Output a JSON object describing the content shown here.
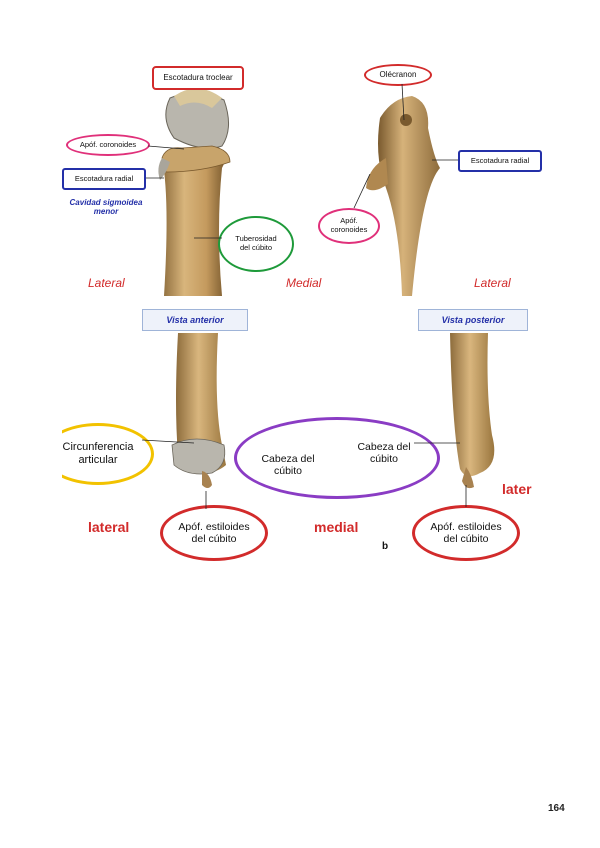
{
  "top": {
    "labels": {
      "escotadura_troclear": "Escotadura troclear",
      "apof_coronoides": "Apóf. coronoides",
      "escotadura_radial_left": "Escotadura radial",
      "cavidad": "Cavidad sigmoidea menor",
      "tuberosidad": "Tuberosidad del cúbito",
      "olecranon": "Olécranon",
      "escotadura_radial_right": "Escotadura radial",
      "apof_coronoides_right": "Apóf. coronoides"
    },
    "directions": {
      "left": "Lateral",
      "middle": "Medial",
      "right": "Lateral"
    }
  },
  "bottom": {
    "labels": {
      "vista_anterior": "Vista anterior",
      "vista_posterior": "Vista posterior",
      "circunferencia": "Circunferencia articular",
      "cabeza_left": "Cabeza del cúbito",
      "cabeza_right": "Cabeza del cúbito",
      "apof_estiloides_left": "Apóf. estiloides del cúbito",
      "apof_estiloides_right": "Apóf. estiloides del cúbito",
      "b": "b"
    },
    "directions": {
      "lateral": "lateral",
      "medial": "medial",
      "later": "later"
    }
  },
  "page_number": "164",
  "colors": {
    "red": "#d22b2b",
    "pink": "#e0307a",
    "blue": "#2430a8",
    "green": "#1e9a3a",
    "purple": "#8a3cc4",
    "yellow": "#f2c200",
    "bone": "#c9a36a",
    "bone_dark": "#8d6c3c"
  }
}
